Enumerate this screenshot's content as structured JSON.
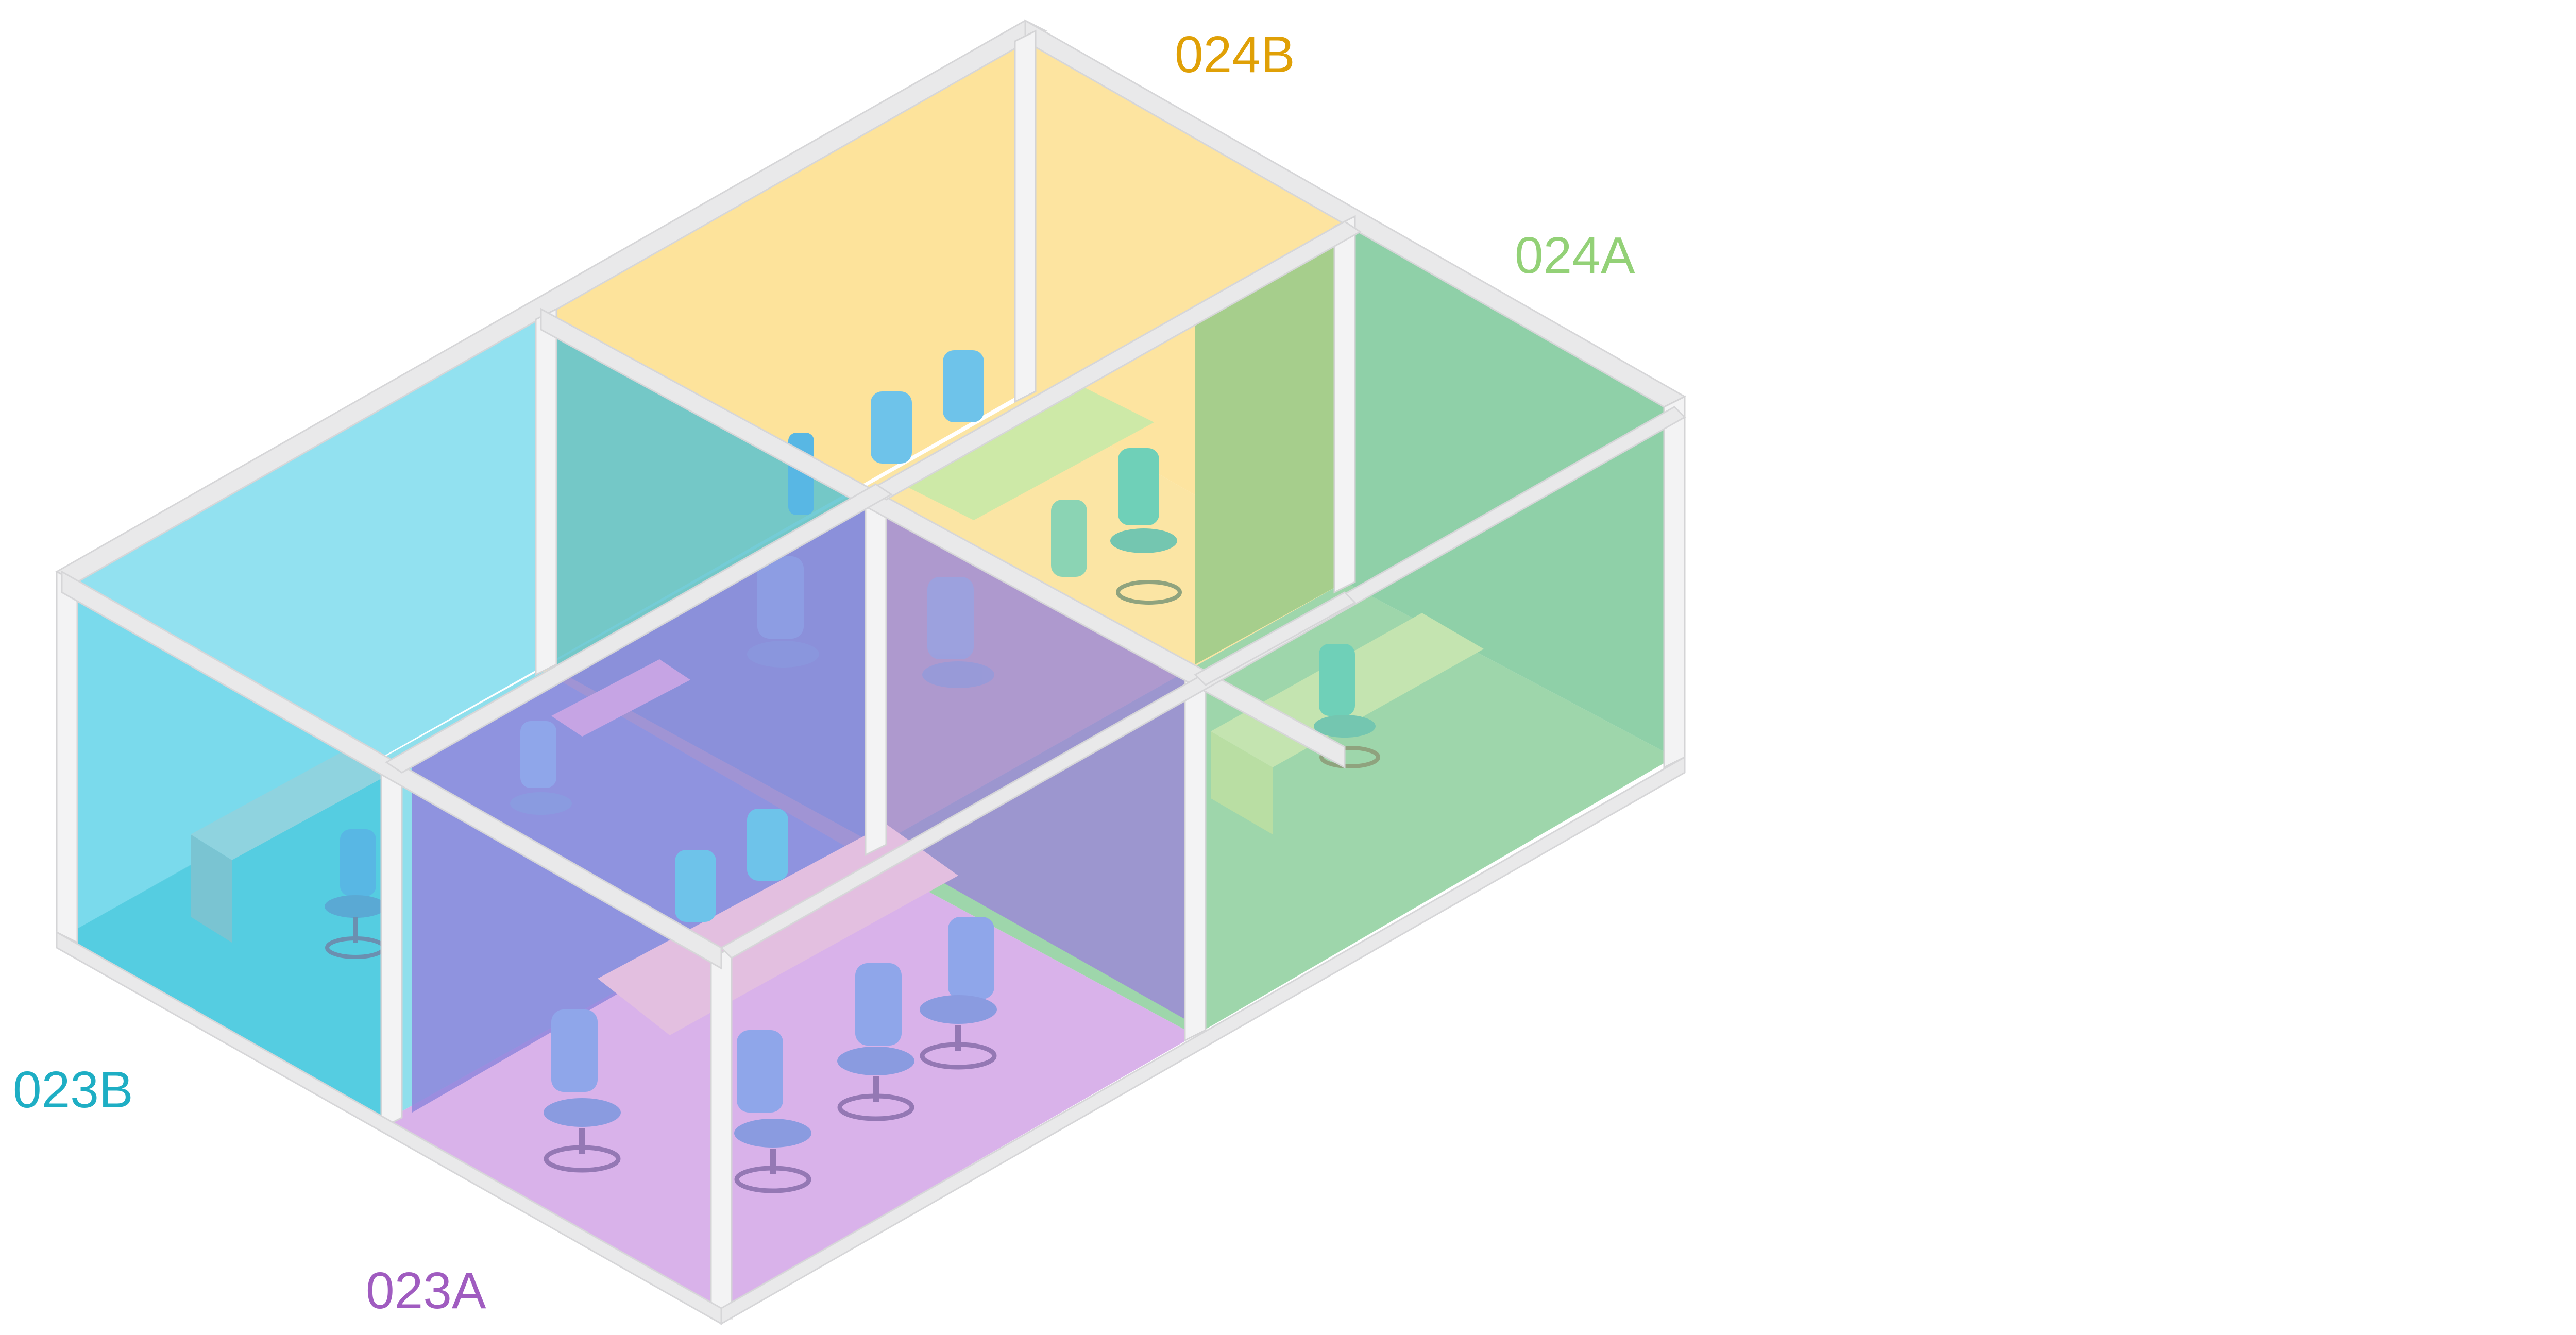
{
  "rooms": [
    {
      "id": "024B",
      "label": "024B",
      "color": "#e0a006",
      "fill": "#fde39b"
    },
    {
      "id": "024A",
      "label": "024A",
      "color": "#93d177",
      "fill": "#8fcf8f"
    },
    {
      "id": "023B",
      "label": "023B",
      "color": "#1eaec4",
      "fill": "#6bd4e6"
    },
    {
      "id": "023A",
      "label": "023A",
      "color": "#a05cc0",
      "fill": "#b98de0"
    }
  ],
  "colors": {
    "wall": "#e9e9ea",
    "chair": "#8fa6ea",
    "chair_blue": "#58b7e4",
    "chair_green": "#6fd0b8",
    "desk_green": "#c8e6a6",
    "desk_pink": "#e3bfe0"
  }
}
